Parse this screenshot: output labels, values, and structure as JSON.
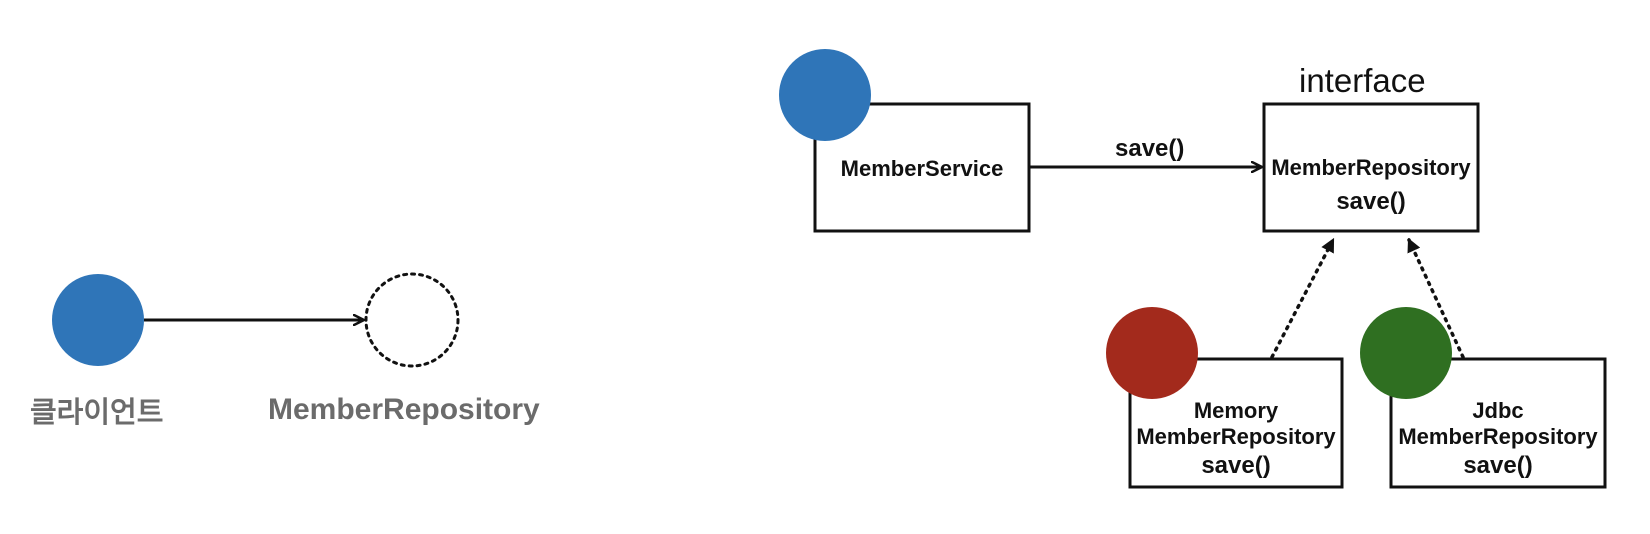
{
  "left": {
    "client_label": "클라이언트",
    "repository_label": "MemberRepository"
  },
  "right": {
    "member_service_label": "MemberService",
    "call_label": "save()",
    "interface_label": "interface",
    "repository_interface": {
      "name": "MemberRepository",
      "method": "save()"
    },
    "memory_impl": {
      "line1": "Memory",
      "line2": "MemberRepository",
      "method": "save()"
    },
    "jdbc_impl": {
      "line1": "Jdbc",
      "line2": "MemberRepository",
      "method": "save()"
    }
  },
  "colors": {
    "blue": "#2f75b8",
    "red": "#a32a1c",
    "green": "#2f6f21",
    "gray_text": "#6b6b6b",
    "line": "#111111"
  }
}
